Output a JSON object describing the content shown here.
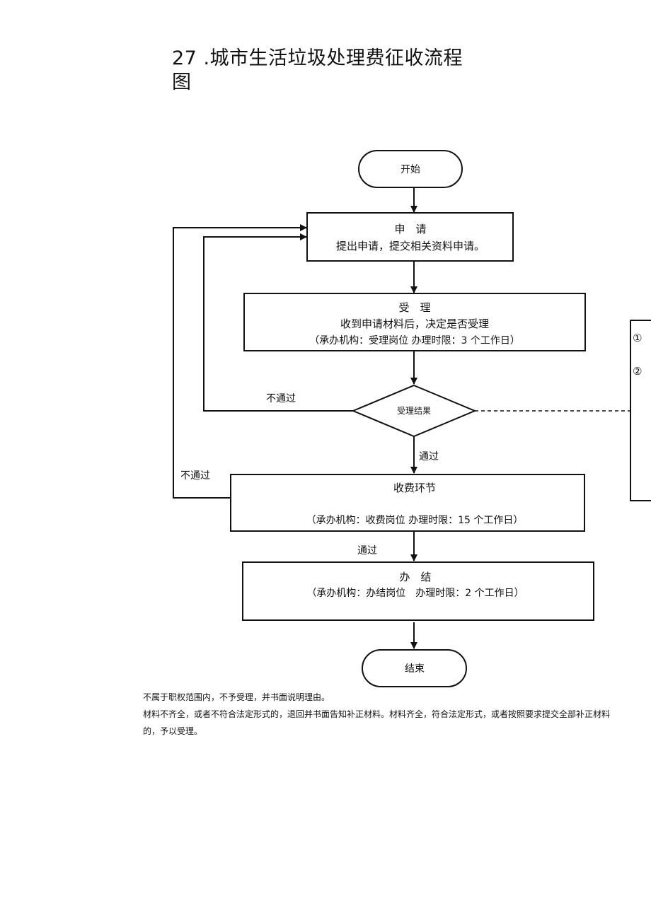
{
  "title": {
    "number": "27",
    "text": ".城市生活垃圾处理费征收流程图"
  },
  "flow": {
    "start": "开始",
    "apply": {
      "heading": "申　请",
      "desc": "提出申请，提交相关资料申请。"
    },
    "accept": {
      "heading": "受　理",
      "desc": "收到申请材料后，决定是否受理",
      "detail": "（承办机构：受理岗位 办理时限：3 个工作日）"
    },
    "decision": "受理结果",
    "reject_label_1": "不通过",
    "pass_label_1": "通过",
    "fee": {
      "heading": "收费环节",
      "detail": "（承办机构：收费岗位 办理时限：15 个工作日）"
    },
    "reject_label_2": "不通过",
    "pass_label_2": "通过",
    "finish": {
      "heading": "办　结",
      "detail": "（承办机构：办结岗位　办理时限：2 个工作日）"
    },
    "end": "结束",
    "side_box": {
      "marker_1": "①",
      "marker_2": "②"
    }
  },
  "notes": [
    "不属于职权范围内，不予受理，并书面说明理由。",
    "材料不齐全，或者不符合法定形式的，退回并书面告知补正材料。材料齐全，符合法定形式，或者按照要求提交全部补正材料的，予以受理。"
  ]
}
